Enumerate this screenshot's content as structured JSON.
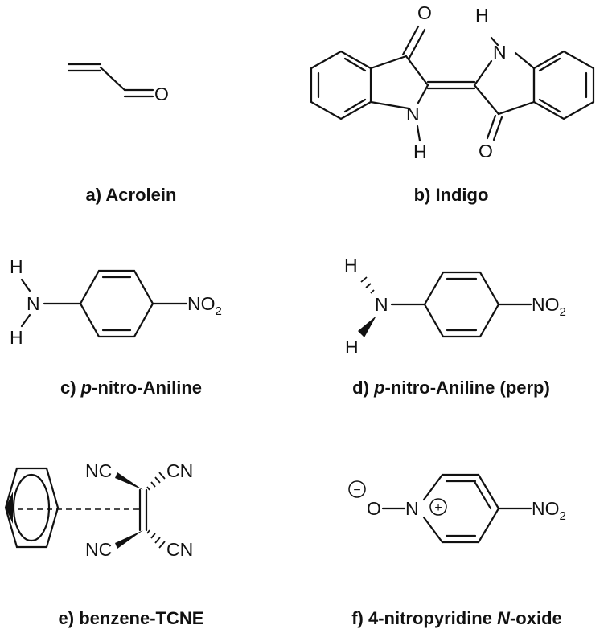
{
  "atoms": {
    "O": "O",
    "N": "N",
    "H": "H",
    "NO": "NO",
    "sub2": "2",
    "NC": "NC",
    "CN": "CN",
    "minus": "−",
    "plus": "+"
  },
  "captions": {
    "a": {
      "text": "a) Acrolein"
    },
    "b": {
      "text": "b) Indigo"
    },
    "c": {
      "pre": "c) ",
      "ital": "p",
      "post": "-nitro-Aniline"
    },
    "d": {
      "pre": "d) ",
      "ital": "p",
      "post": "-nitro-Aniline (perp)"
    },
    "e": {
      "text": "e) benzene-TCNE"
    },
    "f": {
      "pre": "f) 4-nitropyridine ",
      "ital": "N",
      "post": "-oxide"
    }
  }
}
